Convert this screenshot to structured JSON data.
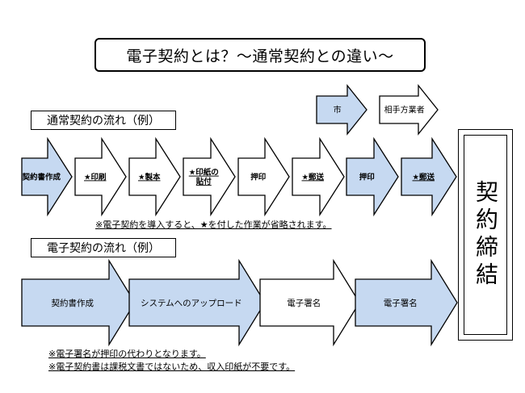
{
  "title": "電子契約とは？～通常契約との違い～",
  "normal_flow": {
    "label": "通常契約の流れ（例）",
    "steps": [
      {
        "label": "契約書作成",
        "fill": "#c6d9f1",
        "underline": false
      },
      {
        "label": "★印刷",
        "fill": "#ffffff",
        "underline": true
      },
      {
        "label": "★製本",
        "fill": "#ffffff",
        "underline": true
      },
      {
        "label": "★印紙の\n貼付",
        "fill": "#ffffff",
        "underline": true
      },
      {
        "label": "押印",
        "fill": "#ffffff",
        "underline": false
      },
      {
        "label": "★郵送",
        "fill": "#ffffff",
        "underline": true
      },
      {
        "label": "押印",
        "fill": "#c6d9f1",
        "underline": false
      },
      {
        "label": "★郵送",
        "fill": "#c6d9f1",
        "underline": true
      }
    ],
    "note": "※電子契約を導入すると、★を付した作業が省略されます。"
  },
  "legend": [
    {
      "label": "市",
      "fill": "#c6d9f1"
    },
    {
      "label": "相手方業者",
      "fill": "#ffffff"
    }
  ],
  "electronic_flow": {
    "label": "電子契約の流れ（例）",
    "steps": [
      {
        "label": "契約書作成",
        "fill": "#c6d9f1"
      },
      {
        "label": "システムへのアップロード",
        "fill": "#c6d9f1"
      },
      {
        "label": "電子署名",
        "fill": "#ffffff"
      },
      {
        "label": "電子署名",
        "fill": "#c6d9f1"
      }
    ],
    "notes": [
      "※電子署名が押印の代わりとなります。",
      "※電子契約書は課税文書ではないため、収入印紙が不要です。"
    ]
  },
  "conclusion": "契約締結",
  "colors": {
    "city": "#c6d9f1",
    "partner": "#ffffff",
    "stroke": "#000000"
  }
}
